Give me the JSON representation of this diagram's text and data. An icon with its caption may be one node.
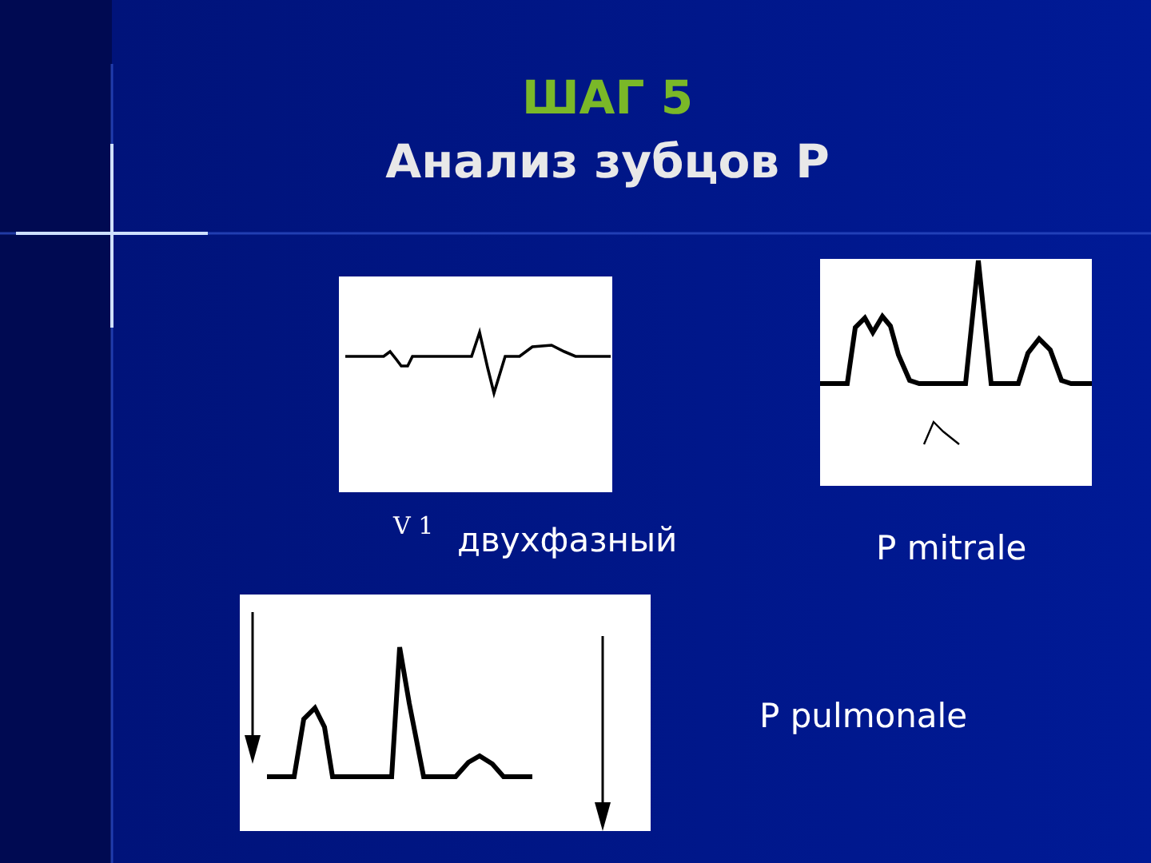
{
  "diagram": {
    "title": "ШАГ 5",
    "labels": [
      "Анализ зубцов P",
      "V 1",
      "двухфазный",
      "P mitrale",
      "P pulmonale"
    ]
  }
}
